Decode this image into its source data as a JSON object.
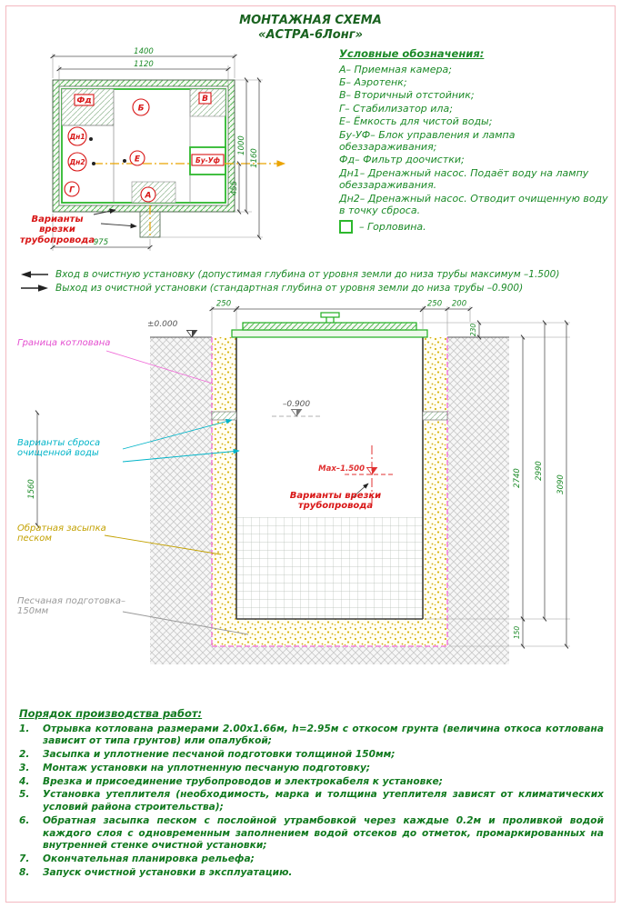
{
  "page": {
    "title_line1": "МОНТАЖНАЯ СХЕМА",
    "title_line2": "«АСТРА-6Лонг»"
  },
  "legend": {
    "title": "Условные обозначения:",
    "items": [
      "А– Приемная камера;",
      "Б– Аэротенк;",
      "В– Вторичный отстойник;",
      "Г– Стабилизатор ила;",
      "Е– Ёмкость для чистой воды;",
      "Бу-УФ– Блок управления и лампа обеззараживания;",
      "Фд– Фильтр доочистки;",
      "Дн1– Дренажный насос. Подаёт воду на лампу обеззараживания.",
      "Дн2– Дренажный насос. Отводит очищенную воду в точку сброса."
    ],
    "gorlovina": "– Горловина."
  },
  "plan": {
    "dims": {
      "w_outer": "1400",
      "w_inner": "1120",
      "h_inner": "1000",
      "h_outer": "1160",
      "h_pipe": "455",
      "w_pipe": "975"
    },
    "labels": {
      "fd": "Фд",
      "b": "Б",
      "v": "В",
      "dn1": "Дн1",
      "dn2": "Дн2",
      "e": "Е",
      "buuf": "Бу-Уф",
      "g": "Г",
      "a": "А"
    },
    "pipe_note": "Варианты врезки трубопровода"
  },
  "notes": {
    "inlet": "Вход в очистную установку (допустимая глубина от уровня земли до низа трубы максимум –1.500)",
    "outlet": "Выход из очистной установки (стандартная глубина от уровня земли до низа трубы –0.900)"
  },
  "section": {
    "levels": {
      "zero": "±0.000",
      "minus900": "–0.900",
      "max1500": "Max–1.500"
    },
    "dims": {
      "left250": "250",
      "right250": "250",
      "d200": "200",
      "d230": "230",
      "d2740": "2740",
      "d2990": "2990",
      "d3090": "3090",
      "d150": "150",
      "d1560": "1560"
    },
    "labels": {
      "pit": "Граница котлована",
      "discharge": "Варианты сброса очищенной воды",
      "backfill": "Обратная засыпка песком",
      "sandbase": "Песчаная подготовка–150мм",
      "pipe": "Варианты врезки трубопровода"
    }
  },
  "work": {
    "title": "Порядок производства работ:",
    "items": [
      "Отрывка котлована размерами 2.00х1.66м, h=2.95м с откосом грунта (величина откоса котлована зависит от типа грунтов) или опалубкой;",
      "Засыпка и уплотнение песчаной подготовки толщиной 150мм;",
      "Монтаж установки на уплотненную песчаную подготовку;",
      "Врезка и присоединение трубопроводов и электрокабеля к установке;",
      "Установка утеплителя (необходимость, марка и толщина утеплителя зависят от климатических условий района строительства);",
      "Обратная засыпка песком с послойной утрамбовкой через каждые 0.2м и проливкой водой каждого слоя с одновременным заполнением водой отсеков до отметок, промаркированных на внутренней стенке очистной установки;",
      "Окончательная планировка рельефа;",
      "Запуск очистной установки в эксплуатацию."
    ]
  },
  "colors": {
    "green_text": "#1b8a27",
    "red": "#d81616",
    "magenta": "#e44fd0",
    "cyan": "#00b4c8",
    "olive": "#c3a100",
    "gray": "#9a9a9a",
    "tank_green": "#2db82d"
  }
}
